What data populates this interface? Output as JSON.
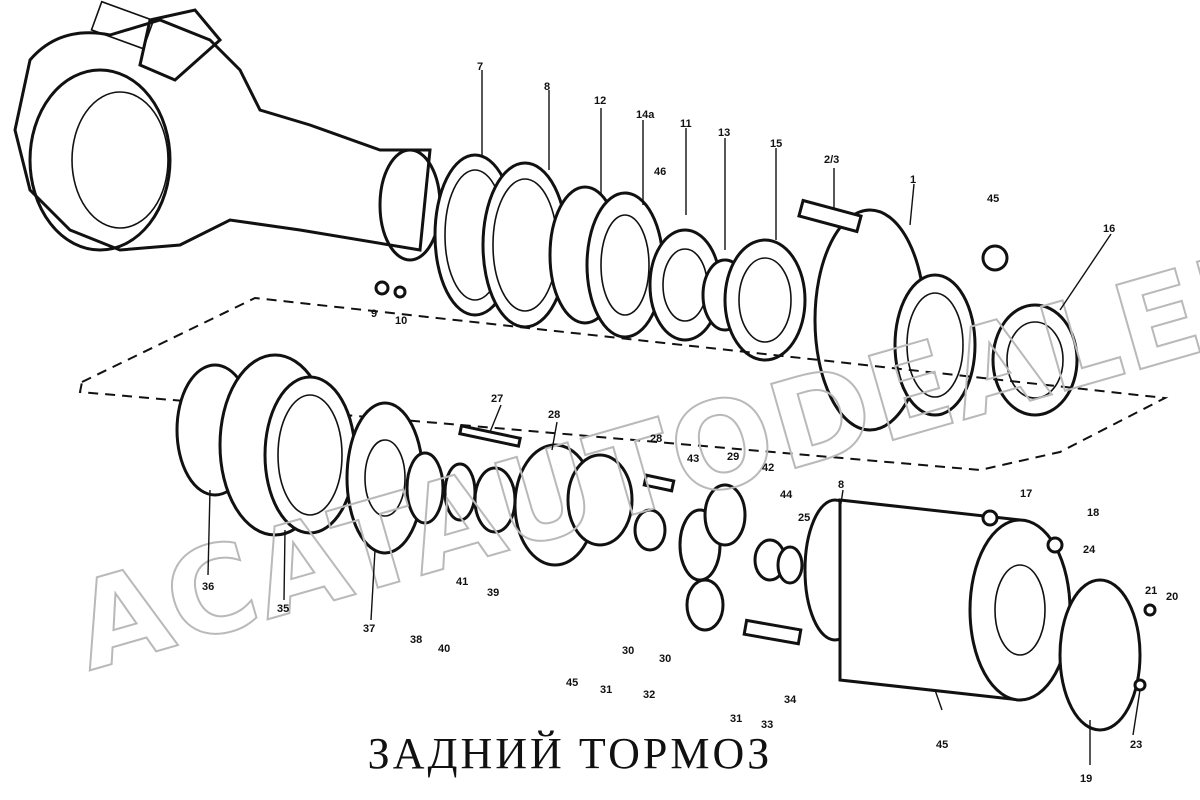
{
  "title": "ЗАДНИЙ   ТОРМОЗ",
  "watermark": "ACATAUTODEALER.RU",
  "part_labels": [
    "7",
    "8",
    "12",
    "14a",
    "11",
    "13",
    "15",
    "2/3",
    "1",
    "45",
    "16",
    "46",
    "9",
    "10",
    "27",
    "28",
    "28",
    "43",
    "29",
    "42",
    "44",
    "25",
    "8",
    "17",
    "18",
    "24",
    "20",
    "21",
    "36",
    "35",
    "37",
    "38",
    "40",
    "41",
    "39",
    "45",
    "31",
    "30",
    "32",
    "30",
    "31",
    "33",
    "34",
    "45",
    "23",
    "19"
  ]
}
